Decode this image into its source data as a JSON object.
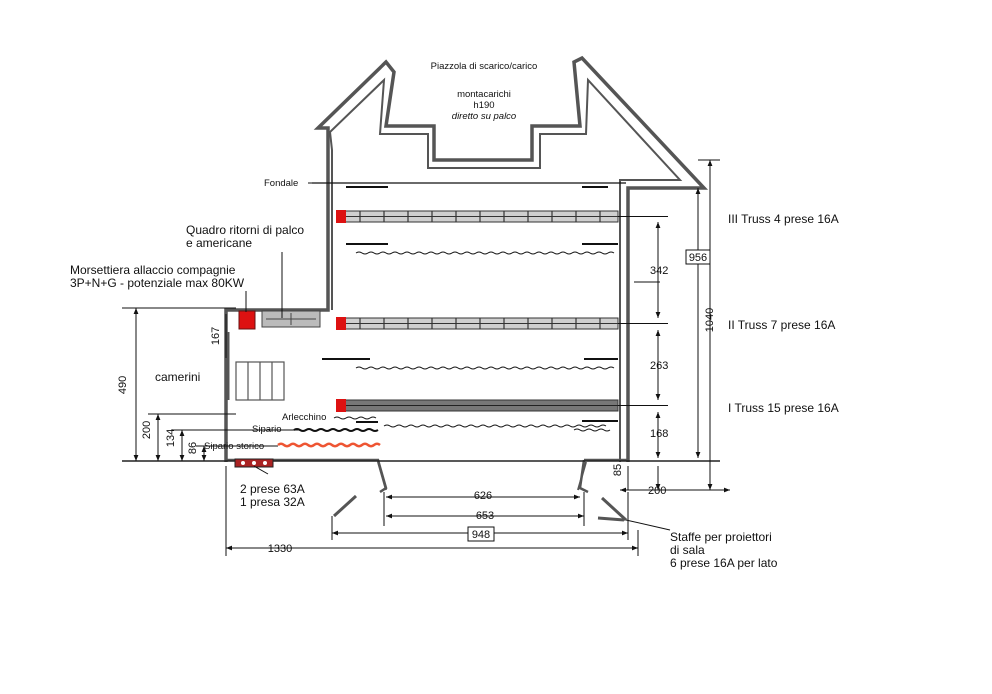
{
  "labels": {
    "loading_area": "Piazzola di scarico/carico",
    "lift_line1": "montacarichi",
    "lift_line2": "h190",
    "lift_line3": "diretto su palco",
    "backdrop": "Fondale",
    "return_panel_line1": "Quadro ritorni di palco",
    "return_panel_line2": "e americane",
    "terminal_line1": "Morsettiera allaccio compagnie",
    "terminal_line2": "3P+N+G - potenziale max 80KW",
    "dressing_rooms": "camerini",
    "arlecchino": "Arlecchino",
    "sipario": "Sipario",
    "sipario_storico": "Sipario storico",
    "sockets_line1": "2 prese 63A",
    "sockets_line2": "1 presa 32A",
    "brackets_line1": "Staffe per proiettori",
    "brackets_line2": "di sala",
    "brackets_line3": "6 prese 16A per lato",
    "truss3": "III Truss 4 prese 16A",
    "truss2": "II Truss 7 prese 16A",
    "truss1": "I Truss 15 prese 16A"
  },
  "dimensions": {
    "d956": "956",
    "d1040": "1040",
    "d342": "342",
    "d263": "263",
    "d168": "168",
    "d85": "85",
    "d200_right": "200",
    "d626": "626",
    "d653": "653",
    "d948": "948",
    "d1330": "1330",
    "d490": "490",
    "d200_left": "200",
    "d134": "134",
    "d86": "86",
    "d167": "167"
  },
  "colors": {
    "wall": "#555555",
    "line": "#111111",
    "terminal": "#dd1111",
    "panel": "#bbbbbb",
    "historic_curtain": "#ee5533",
    "socket_box": "#aa2222"
  }
}
